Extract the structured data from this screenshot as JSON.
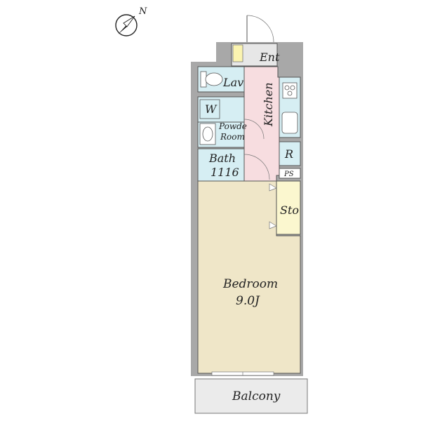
{
  "compass": {
    "north_label": "N",
    "icon": "north-arrow-icon"
  },
  "rooms": {
    "entrance": {
      "label": "Ent"
    },
    "lavatory": {
      "label": "Lav"
    },
    "kitchen": {
      "label": "Kitchen"
    },
    "washer": {
      "label": "W"
    },
    "powder_room": {
      "line1": "Powde",
      "line2": "Room"
    },
    "bath": {
      "line1": "Bath",
      "line2": "1116"
    },
    "refrigerator": {
      "label": "R"
    },
    "pipe_space": {
      "label": "PS"
    },
    "storage": {
      "label": "Sto"
    },
    "bedroom": {
      "line1": "Bedroom",
      "line2": "9.0J"
    },
    "balcony": {
      "label": "Balcony"
    }
  },
  "colors": {
    "wall": "#a8a8a8",
    "wet_area": "#d6eef3",
    "kitchen": "#f7dde0",
    "bedroom": "#efe6c8",
    "storage": "#fbf7cf",
    "balcony": "#ebebeb",
    "entrance_mat": "#fbf4b0",
    "line": "#555555"
  }
}
